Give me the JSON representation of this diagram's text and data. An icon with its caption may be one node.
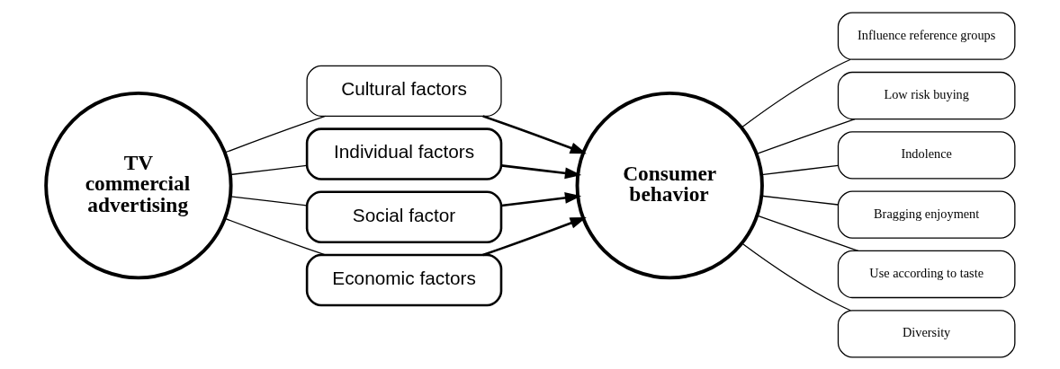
{
  "diagram": {
    "nodes": [
      {
        "text": [
          "TV commercial advertising"
        ]
      },
      {
        "text": [
          "Cultural factors"
        ]
      },
      {
        "text": [
          "Individual factors"
        ]
      },
      {
        "text": [
          "Social factor"
        ]
      },
      {
        "text": [
          "Economic factors"
        ]
      },
      {
        "text": [
          "Consumer behavior"
        ]
      },
      {
        "text": [
          "Influence reference groups"
        ]
      },
      {
        "text": [
          "Low risk buying"
        ]
      },
      {
        "text": [
          "Indolence"
        ]
      },
      {
        "text": [
          "Bragging enjoyment"
        ]
      },
      {
        "text": [
          "Use according to taste"
        ]
      },
      {
        "text": [
          "Diversity"
        ]
      }
    ],
    "edges": [
      {
        "from": 0,
        "to": 1,
        "arrow": "none"
      },
      {
        "from": 0,
        "to": 2,
        "arrow": "none"
      },
      {
        "from": 0,
        "to": 3,
        "arrow": "none"
      },
      {
        "from": 0,
        "to": 4,
        "arrow": "none"
      },
      {
        "from": 1,
        "to": 5,
        "arrow": "to"
      },
      {
        "from": 2,
        "to": 5,
        "arrow": "to"
      },
      {
        "from": 3,
        "to": 5,
        "arrow": "to"
      },
      {
        "from": 4,
        "to": 5,
        "arrow": "to"
      },
      {
        "from": 5,
        "to": 6,
        "arrow": "none"
      },
      {
        "from": 5,
        "to": 7,
        "arrow": "none"
      },
      {
        "from": 5,
        "to": 8,
        "arrow": "none"
      },
      {
        "from": 5,
        "to": 9,
        "arrow": "none"
      },
      {
        "from": 5,
        "to": 10,
        "arrow": "none"
      },
      {
        "from": 5,
        "to": 11,
        "arrow": "none"
      }
    ]
  }
}
